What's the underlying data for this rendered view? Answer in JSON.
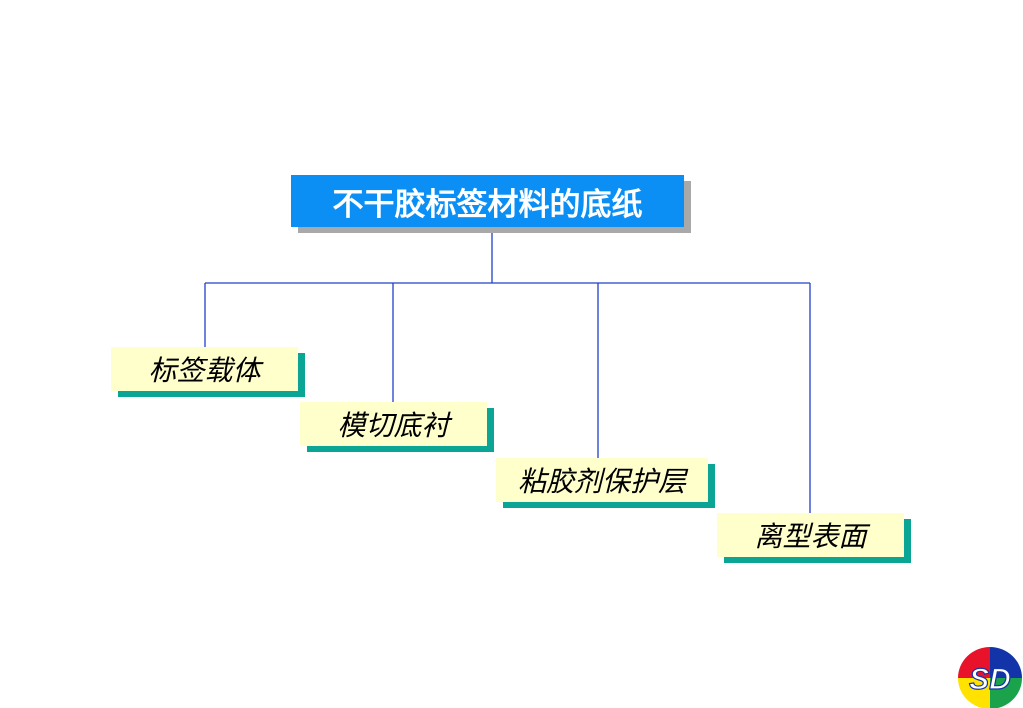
{
  "diagram": {
    "title": "不干胶标签材料的底纸",
    "children": [
      "标签载体",
      "模切底衬",
      "粘胶剂保护层",
      "离型表面"
    ]
  },
  "colors": {
    "title_fill": "#0b8ff5",
    "title_text": "#ffffff",
    "node_fill": "#ffffcc",
    "node_shadow": "#0aa595",
    "connector": "#2040c8"
  },
  "logo": {
    "text": "SD",
    "colors": [
      "#e8132b",
      "#1234a8",
      "#ffe200",
      "#1aa34a"
    ]
  }
}
